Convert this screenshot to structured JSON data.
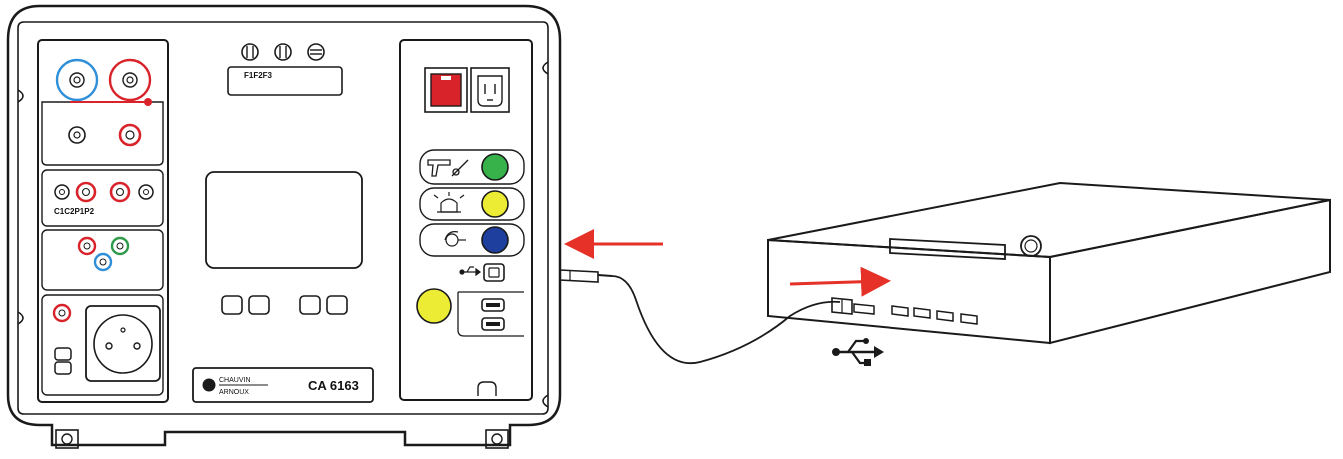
{
  "device": {
    "model": "CA 6163",
    "brand_line1": "CHAUVIN",
    "brand_line2": "ARNOUX",
    "fuse_label": "F1F2F3",
    "terminal_label": "C1C2P1P2"
  },
  "colors": {
    "red": "#d9232a",
    "blue": "#2f8fd8",
    "green": "#2e9a4a",
    "yellow": "#ecec34",
    "lamp_green": "#37b14a",
    "lamp_blue": "#1f3f9e",
    "arrow": "#e53127",
    "line": "#1a1a1a"
  },
  "icons": {
    "test_probe": "test-probe-icon",
    "warning_lamp": "warning-lamp-icon",
    "pedal": "pedal-icon",
    "usb_b": "usb-b-port-icon",
    "usb_a": "usb-a-port-icon",
    "usb_symbol": "usb-symbol-icon"
  }
}
